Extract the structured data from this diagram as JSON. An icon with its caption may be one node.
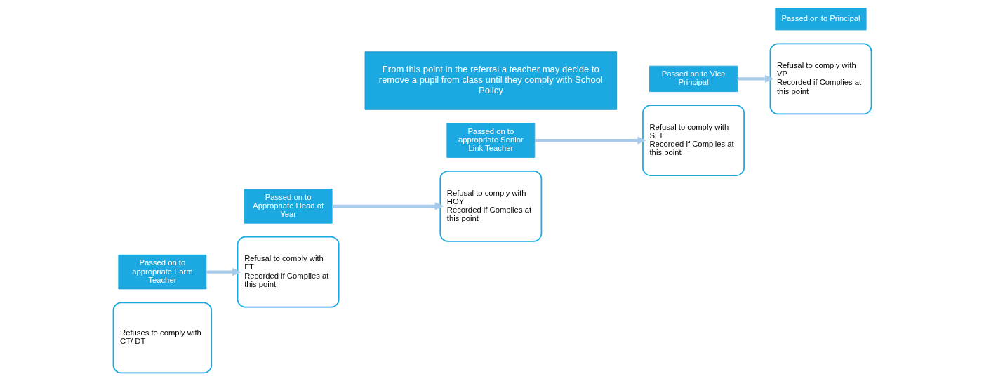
{
  "diagram": {
    "nodes": [
      {
        "text": [
          "Refuses to comply with CT/ DT"
        ]
      },
      {
        "text": [
          "Passed on to appropriate Form Teacher"
        ]
      },
      {
        "text": [
          "Passed on to Appropriate Head of Year"
        ]
      },
      {
        "text": [
          "Refusal to comply with FT",
          "Recorded if Complies at this point"
        ]
      },
      {
        "text": [
          "Refusal to comply with HOY",
          "Recorded if Complies at this point"
        ]
      },
      {
        "text": [
          "Passed on to appropriate Senior Link Teacher"
        ]
      },
      {
        "text": [
          "Passed on to Vice Principal"
        ]
      },
      {
        "text": [
          "Refusal to comply with SLT",
          "Recorded if Complies at this point"
        ]
      },
      {
        "text": [
          "Refusal to comply with VP",
          "Recorded if Complies at this point"
        ]
      },
      {
        "text": [
          "Passed on to Principal"
        ]
      },
      {
        "text": [
          "From this point in the referral a teacher may decide to remove a pupil from class until they comply with School Policy"
        ]
      }
    ],
    "edges": [
      {
        "from": 1,
        "to": 3,
        "arrow": "to"
      },
      {
        "from": 2,
        "to": 4,
        "arrow": "to"
      },
      {
        "from": 5,
        "to": 7,
        "arrow": "to"
      },
      {
        "from": 6,
        "to": 8,
        "arrow": "to"
      }
    ]
  }
}
